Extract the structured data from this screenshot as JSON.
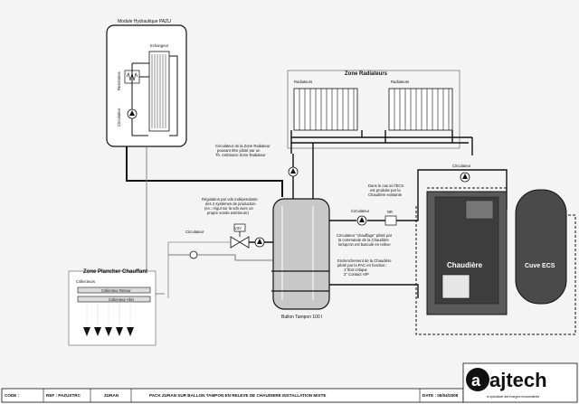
{
  "module": {
    "title": "Module Hydraulique PAZU",
    "exchanger": "Echangeur",
    "resistance": "Resistance",
    "circulator": "Circulateur"
  },
  "zones": {
    "radiators_title": "Zone Radiateurs",
    "radiator_left": "Radiateurs",
    "radiator_right": "Radiateurs",
    "floor_title": "Zone Plancher Chauffant",
    "collectors": "Collecteurs",
    "collector_return": "Collecteur Retour",
    "collector_supply": "Collecteur Aller"
  },
  "annotations": {
    "radiator_circulator": [
      "Circulateur de la Zone Radiateur",
      "pouvant être piloté par un",
      "Th. Ambiance Zone Radiateur"
    ],
    "regulation": [
      "Régulation par vdn indépendante",
      "des 2 systèmes de production",
      "(ex.: régul sur la vdn avec un",
      "propre sonde extérieure)"
    ],
    "ecs_note": [
      "Dans le cas où l'ECS",
      "est produite par la",
      "Chaudière existante"
    ],
    "boiler_circulator": [
      "Circulateur \"chauffage\" piloté par",
      "la commande de la Chaudière",
      "lorsqu'on est basculé en relève"
    ],
    "switch_note": [
      "Enclenchement de la Chaudière",
      "piloté par la PAC en fonction :",
      "1°/Ext critique",
      "2° Contact H/P"
    ],
    "circulator_label": "Circulateur",
    "valve_tag": "V3V",
    "nr_tag": "NR",
    "tank": "Ballon Tampon 100 l",
    "boiler": "Chaudière",
    "ecs": "Cuve ECS"
  },
  "title_block": {
    "code_label": "CODE :",
    "ref": "REF : PAZUSTRC",
    "brand_name": "ZURAN",
    "title": "PACK ZURAN SUR BALLON TAMPON EN RELEVE DE CHAUDIERE INSTALLATION MIXTE",
    "date": "DATE : 05/04/2008",
    "logo": "ajtech",
    "logo_tagline": "le spécialiste des énergies renouvelables"
  }
}
